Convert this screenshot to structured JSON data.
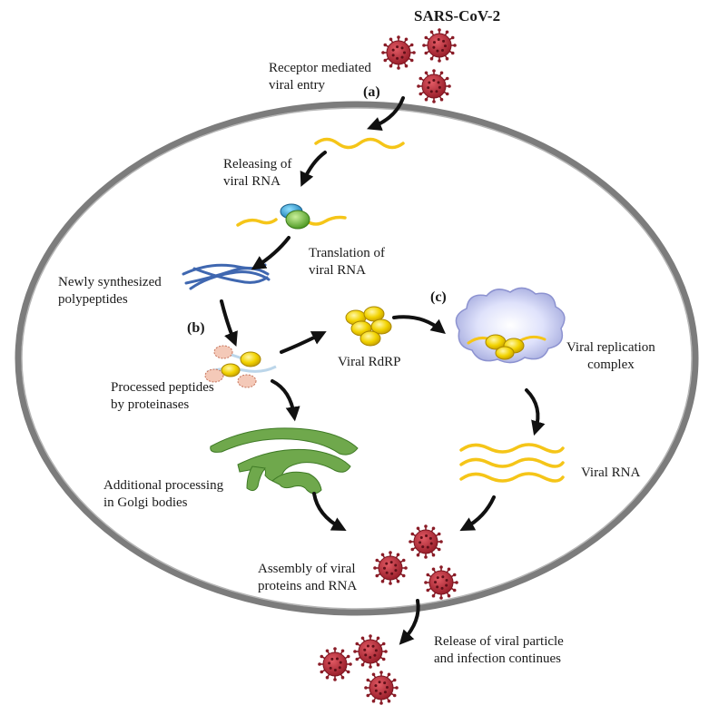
{
  "title": "SARS-CoV-2",
  "markers": {
    "a": "(a)",
    "b": "(b)",
    "c": "(c)"
  },
  "labels": {
    "receptor_entry": [
      "Receptor mediated",
      "viral entry"
    ],
    "releasing_rna": [
      "Releasing of",
      "viral RNA"
    ],
    "translation": [
      "Translation of",
      "viral RNA"
    ],
    "polypeptides": [
      "Newly synthesized",
      "polypeptides"
    ],
    "processed_peptides": [
      "Processed peptides",
      "by proteinases"
    ],
    "rdrp": "Viral RdRP",
    "replication_complex": [
      "Viral replication",
      "complex"
    ],
    "golgi": [
      "Additional processing",
      "in Golgi bodies"
    ],
    "viral_rna": "Viral RNA",
    "assembly": [
      "Assembly of viral",
      "proteins and RNA"
    ],
    "release": [
      "Release of viral particle",
      "and infection continues"
    ]
  },
  "colors": {
    "cell_membrane": "#8a8a8a",
    "virus": "#b5303c",
    "rna": "#f5c518",
    "polypeptide": "#3f67b0",
    "golgi": "#6fa84c",
    "replication_cloud": "#c9cdf2",
    "ribosome_blue": "#2fa3d8",
    "ribosome_green": "#7ac943",
    "arrow": "#111111"
  },
  "icons": [
    "virus-particle-icon",
    "viral-rna-strand-icon",
    "ribosome-icon",
    "polypeptide-icon",
    "processed-peptide-icon",
    "rdrp-cluster-icon",
    "replication-complex-icon",
    "golgi-body-icon",
    "curved-arrow-icon"
  ]
}
